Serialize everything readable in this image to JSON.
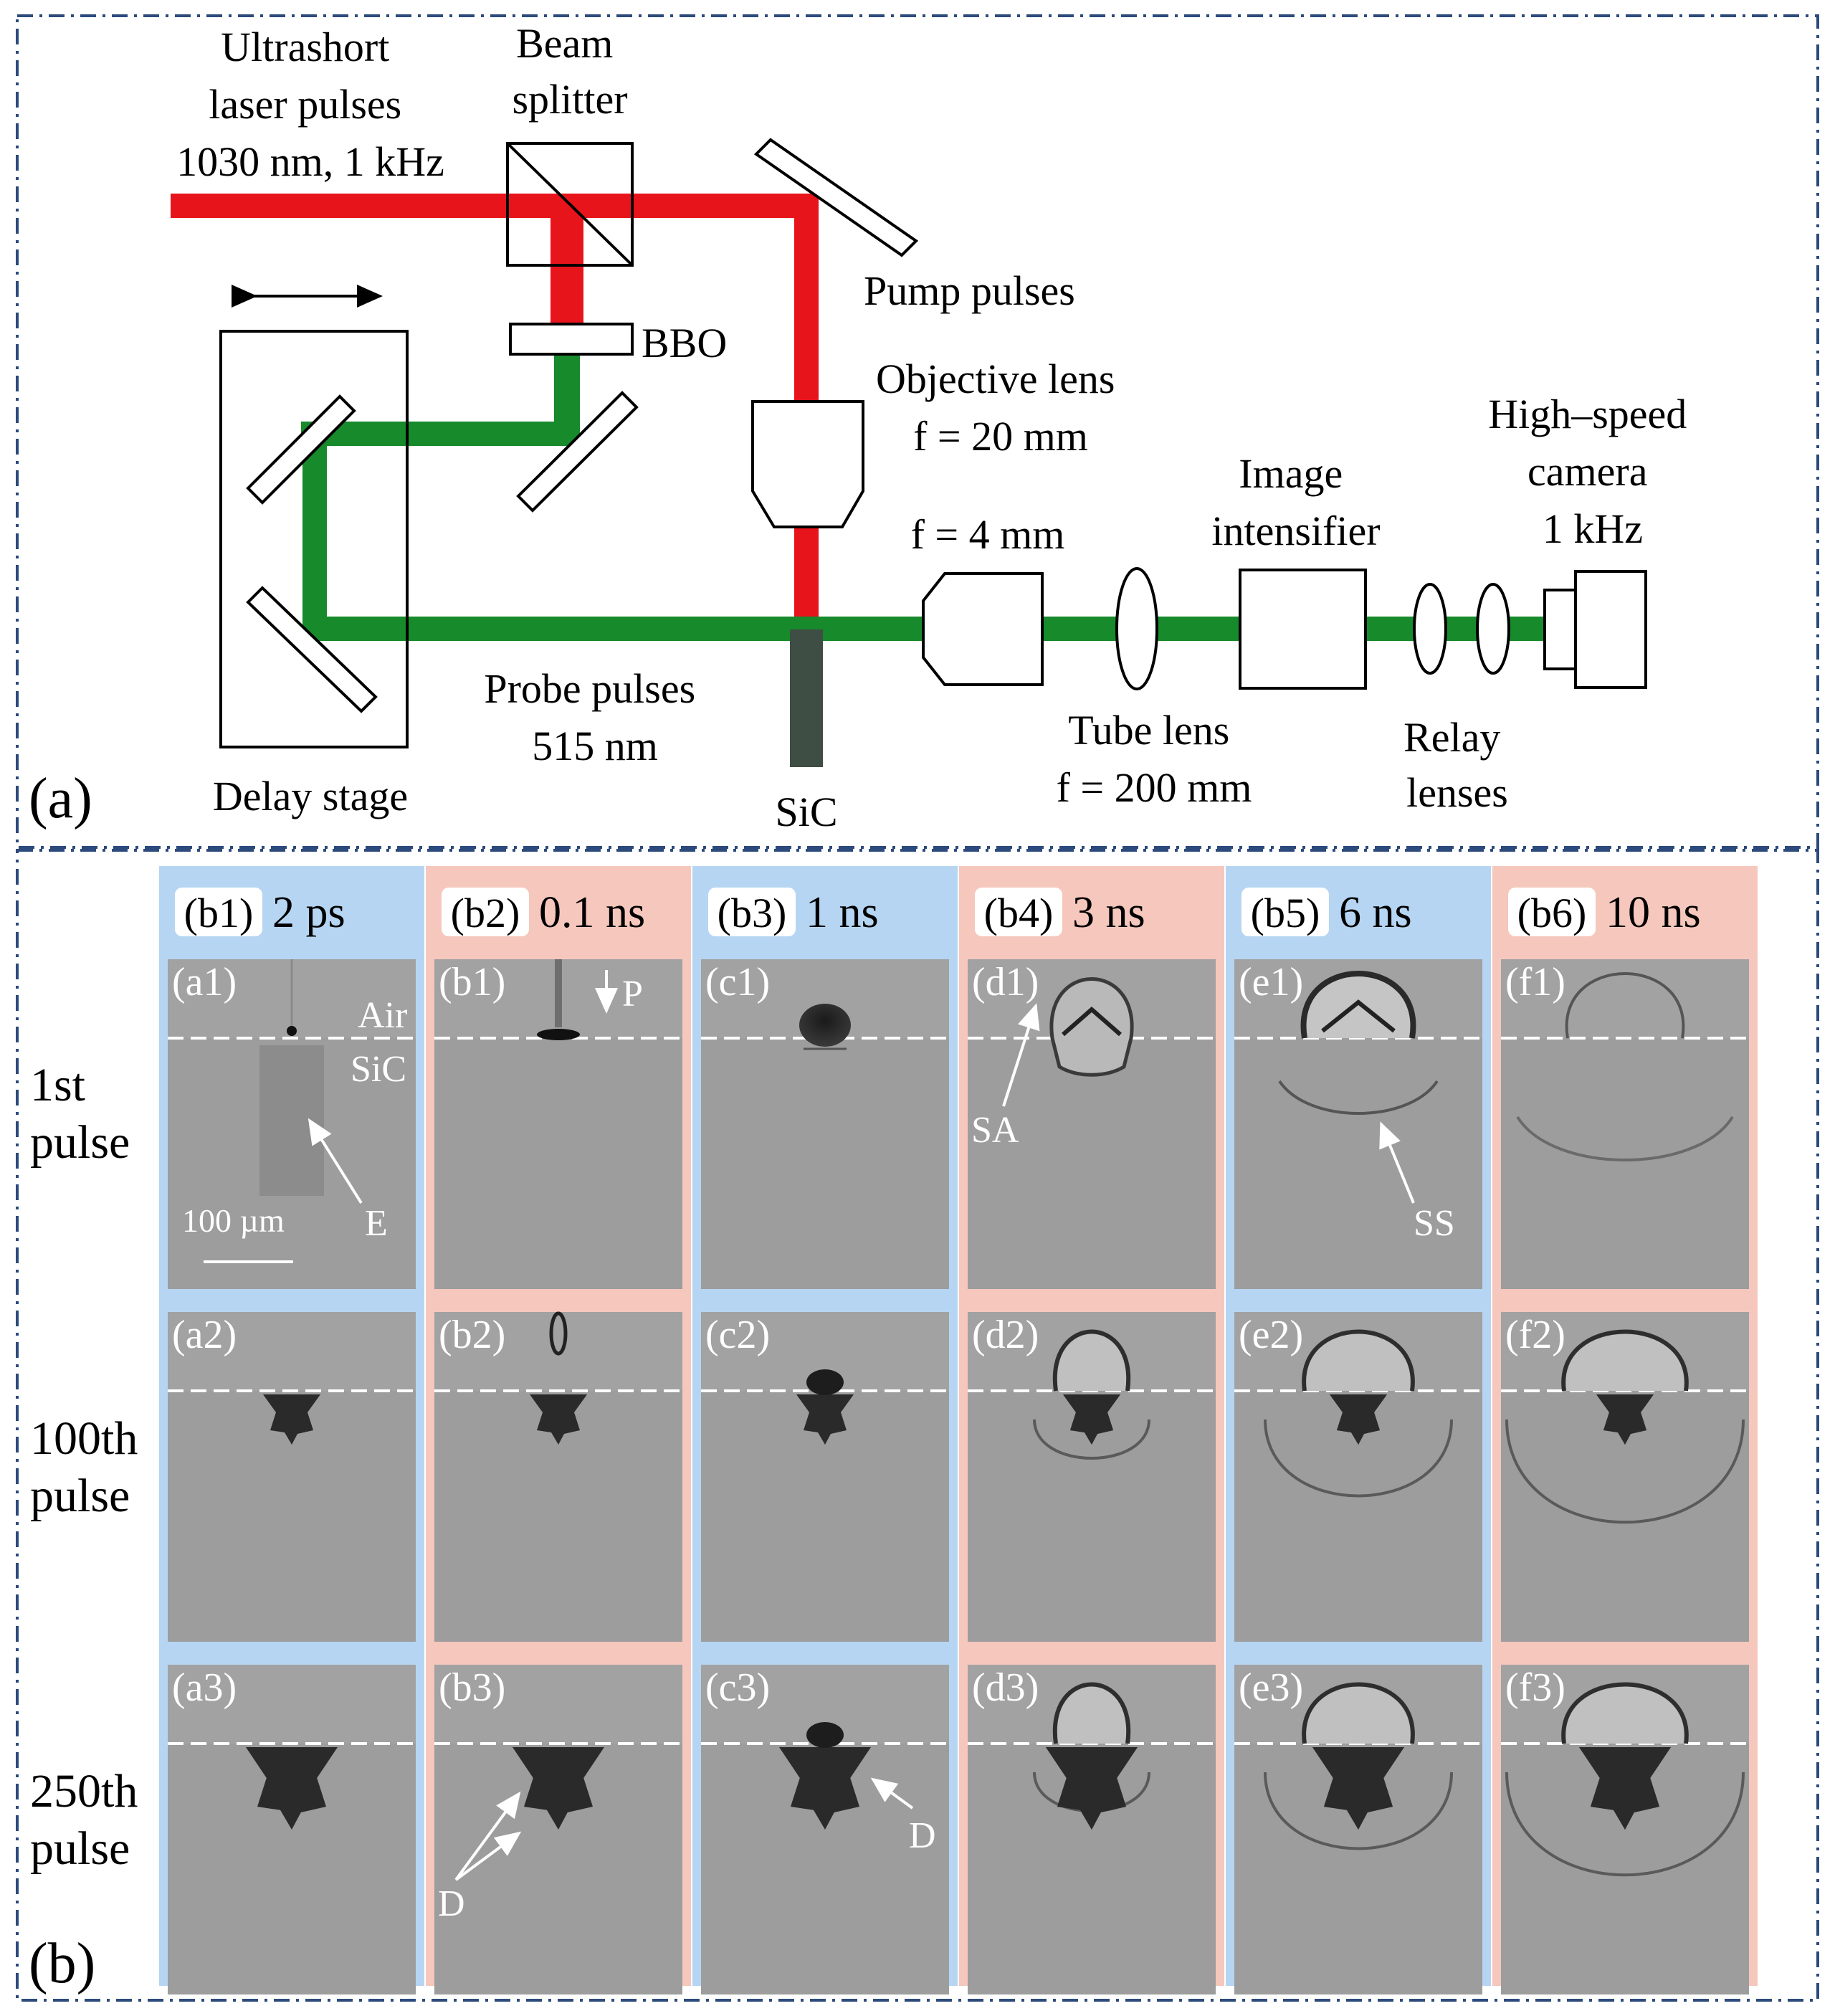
{
  "panel_a": {
    "label": "(a)",
    "source_label": [
      "Ultrashort",
      "laser pulses",
      "1030 nm, 1 kHz"
    ],
    "beam_splitter_label": [
      "Beam",
      "splitter"
    ],
    "bbo_label": "BBO",
    "pump_label": "Pump pulses",
    "objective_label": [
      "Objective lens",
      "f = 20 mm"
    ],
    "imaging_objective_label": "f = 4 mm",
    "image_intensifier_label": [
      "Image",
      "intensifier"
    ],
    "camera_label": [
      "High–speed",
      "camera",
      "1 kHz"
    ],
    "probe_label": [
      "Probe pulses",
      "515 nm"
    ],
    "delay_stage_label": "Delay stage",
    "sample_label": "SiC",
    "tube_lens_label": [
      "Tube lens",
      "f = 200 mm"
    ],
    "relay_label": [
      "Relay",
      "lenses"
    ],
    "colors": {
      "pump": "#e8141b",
      "probe": "#178a2c",
      "sample": "#3f4e44",
      "border": "#2c4a7c"
    }
  },
  "panel_b": {
    "label": "(b)",
    "columns": [
      {
        "tag": "(b1)",
        "time": "2 ps",
        "color": "blue"
      },
      {
        "tag": "(b2)",
        "time": "0.1 ns",
        "color": "pink"
      },
      {
        "tag": "(b3)",
        "time": "1 ns",
        "color": "blue"
      },
      {
        "tag": "(b4)",
        "time": "3 ns",
        "color": "pink"
      },
      {
        "tag": "(b5)",
        "time": "6 ns",
        "color": "blue"
      },
      {
        "tag": "(b6)",
        "time": "10 ns",
        "color": "pink"
      }
    ],
    "rows": [
      {
        "label": [
          "1st",
          "pulse"
        ]
      },
      {
        "label": [
          "100th",
          "pulse"
        ]
      },
      {
        "label": [
          "250th",
          "pulse"
        ]
      }
    ],
    "cell_labels": [
      [
        "(a1)",
        "(b1)",
        "(c1)",
        "(d1)",
        "(e1)",
        "(f1)"
      ],
      [
        "(a2)",
        "(b2)",
        "(c2)",
        "(d2)",
        "(e2)",
        "(f2)"
      ],
      [
        "(a3)",
        "(b3)",
        "(c3)",
        "(d3)",
        "(e3)",
        "(f3)"
      ]
    ],
    "annotations": {
      "air": "Air",
      "sic": "SiC",
      "e": "E",
      "scale": "100 µm",
      "p": "P",
      "sa": "SA",
      "ss": "SS",
      "d_left": "D",
      "d_right": "D"
    },
    "colors": {
      "blue": "#b6d5f2",
      "pink": "#f5c7bd",
      "image_bg": "#9d9d9d"
    }
  }
}
